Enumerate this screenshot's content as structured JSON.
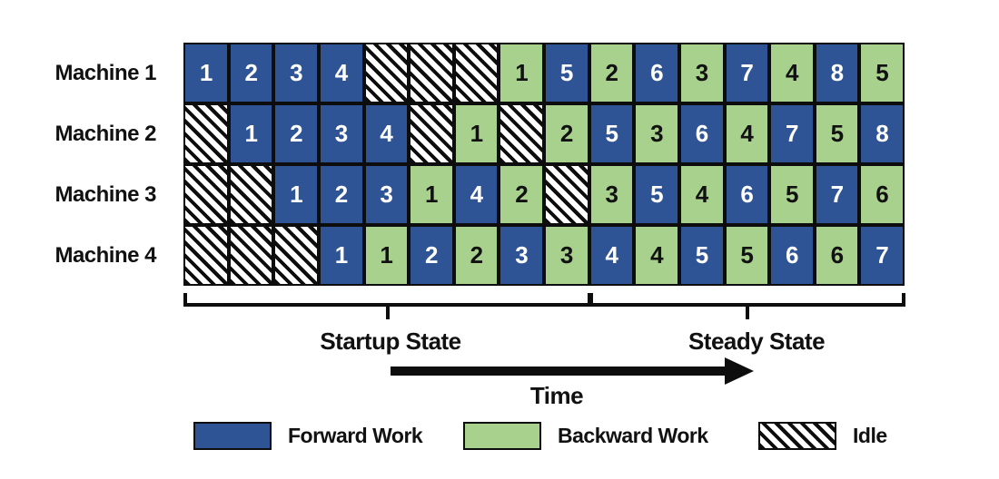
{
  "chart_data": {
    "type": "gantt",
    "time_slots": 16,
    "cell_types": {
      "F": "forward",
      "B": "backward",
      "I": "idle"
    },
    "startup_columns": 9,
    "steady_columns": 7,
    "machines": [
      {
        "label": "Machine 1",
        "cells": [
          "F1",
          "F2",
          "F3",
          "F4",
          "I",
          "I",
          "I",
          "B1",
          "F5",
          "B2",
          "F6",
          "B3",
          "F7",
          "B4",
          "F8",
          "B5"
        ]
      },
      {
        "label": "Machine 2",
        "cells": [
          "I",
          "F1",
          "F2",
          "F3",
          "F4",
          "I",
          "B1",
          "I",
          "B2",
          "F5",
          "B3",
          "F6",
          "B4",
          "F7",
          "B5",
          "F8"
        ]
      },
      {
        "label": "Machine 3",
        "cells": [
          "I",
          "I",
          "F1",
          "F2",
          "F3",
          "B1",
          "F4",
          "B2",
          "I",
          "B3",
          "F5",
          "B4",
          "F6",
          "B5",
          "F7",
          "B6"
        ]
      },
      {
        "label": "Machine 4",
        "cells": [
          "I",
          "I",
          "I",
          "F1",
          "B1",
          "F2",
          "B2",
          "F3",
          "B3",
          "F4",
          "B4",
          "F5",
          "B5",
          "F6",
          "B6",
          "F7"
        ]
      }
    ]
  },
  "annotations": {
    "startup_label": "Startup State",
    "steady_label": "Steady State",
    "time_label": "Time"
  },
  "legend": [
    {
      "type": "forward",
      "label": "Forward Work"
    },
    {
      "type": "backward",
      "label": "Backward Work"
    },
    {
      "type": "idle",
      "label": "Idle"
    }
  ],
  "colors": {
    "forward": "#2F5496",
    "backward": "#A9D18E",
    "border": "#0d0d0d",
    "forward_text": "#FFFFFF",
    "backward_text": "#111111"
  }
}
